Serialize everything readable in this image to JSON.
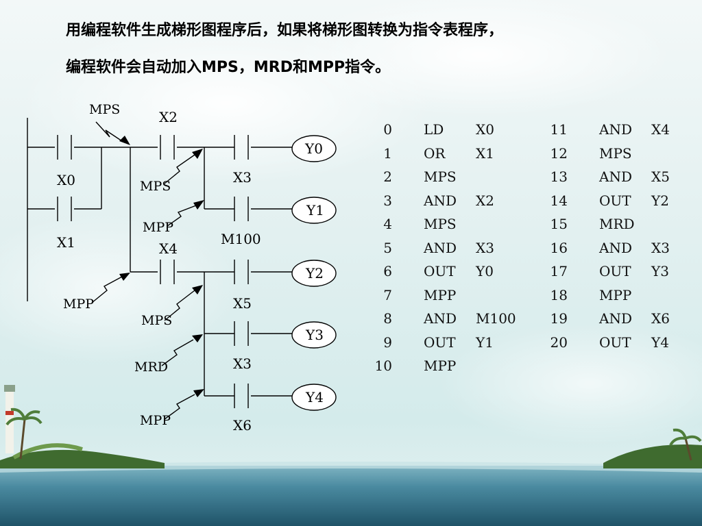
{
  "title": {
    "line1": "用编程软件生成梯形图程序后，如果将梯形图转换为指令表程序，",
    "line2": "编程软件会自动加入MPS，MRD和MPP指令。"
  },
  "ladder": {
    "contacts": {
      "x0": "X0",
      "x1": "X1",
      "x2": "X2",
      "x3_top": "X3",
      "m100": "M100",
      "x4": "X4",
      "x5": "X5",
      "x3_low": "X3",
      "x6": "X6"
    },
    "coils": [
      "Y0",
      "Y1",
      "Y2",
      "Y3",
      "Y4"
    ],
    "annotations": {
      "mps_top": "MPS",
      "mps_mid": "MPS",
      "mpp_mid": "MPP",
      "mpp_left": "MPP",
      "mps_low": "MPS",
      "mrd_low": "MRD",
      "mpp_low": "MPP"
    }
  },
  "program": {
    "left": [
      {
        "n": "0",
        "op": "LD",
        "arg": "X0"
      },
      {
        "n": "1",
        "op": "OR",
        "arg": "X1"
      },
      {
        "n": "2",
        "op": "MPS",
        "arg": ""
      },
      {
        "n": "3",
        "op": "AND",
        "arg": "X2"
      },
      {
        "n": "4",
        "op": "MPS",
        "arg": ""
      },
      {
        "n": "5",
        "op": "AND",
        "arg": "X3"
      },
      {
        "n": "6",
        "op": "OUT",
        "arg": "Y0"
      },
      {
        "n": "7",
        "op": "MPP",
        "arg": ""
      },
      {
        "n": "8",
        "op": "AND",
        "arg": "M100"
      },
      {
        "n": "9",
        "op": "OUT",
        "arg": "Y1"
      },
      {
        "n": "10",
        "op": "MPP",
        "arg": ""
      }
    ],
    "right": [
      {
        "n": "11",
        "op": "AND",
        "arg": "X4"
      },
      {
        "n": "12",
        "op": "MPS",
        "arg": ""
      },
      {
        "n": "13",
        "op": "AND",
        "arg": "X5"
      },
      {
        "n": "14",
        "op": "OUT",
        "arg": "Y2"
      },
      {
        "n": "15",
        "op": "MRD",
        "arg": ""
      },
      {
        "n": "16",
        "op": "AND",
        "arg": "X3"
      },
      {
        "n": "17",
        "op": "OUT",
        "arg": "Y3"
      },
      {
        "n": "18",
        "op": "MPP",
        "arg": ""
      },
      {
        "n": "19",
        "op": "AND",
        "arg": "X6"
      },
      {
        "n": "20",
        "op": "OUT",
        "arg": "Y4"
      }
    ]
  },
  "colors": {
    "sky_top": "#e9f3f4",
    "sky_mid": "#d6ecec",
    "sea": "#3d7f94",
    "sea_dark": "#24586c",
    "island": "#4f7d3a"
  }
}
